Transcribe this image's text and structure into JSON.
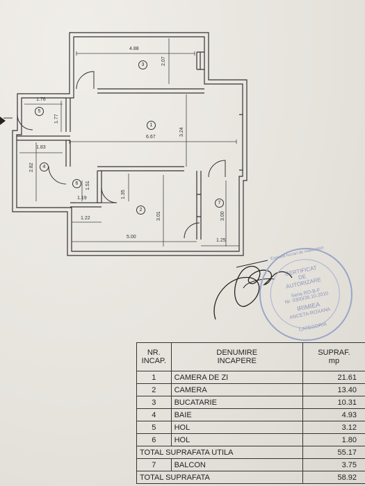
{
  "rooms": [
    {
      "id": "1",
      "dimensions": [
        "6.67",
        "3.24"
      ]
    },
    {
      "id": "2",
      "dimensions": [
        "5.00",
        "3.01",
        "1.35",
        "1.22"
      ]
    },
    {
      "id": "3",
      "dimensions": [
        "4.88",
        "2.07"
      ]
    },
    {
      "id": "4",
      "dimensions": [
        "1.83",
        "2.82"
      ]
    },
    {
      "id": "5",
      "dimensions": [
        "1.76",
        "1.77"
      ]
    },
    {
      "id": "6",
      "dimensions": [
        "1.19",
        "1.51"
      ]
    },
    {
      "id": "7",
      "dimensions": [
        "1.25",
        "3.00"
      ]
    }
  ],
  "stamp": {
    "ring_text": "Executa lucrari de masuratori",
    "line1": "CERTIFICAT",
    "line2": "DE",
    "line3": "AUTORIZARE",
    "line4": "Seria RO-B-F",
    "line5": "Nr. 0300/26.10.2010",
    "line6": "IRIMIEA",
    "line7": "ANCETA-ROXANA",
    "bottom": "CATEGORIA"
  },
  "table": {
    "headers": {
      "nr": [
        "NR.",
        "INCAP."
      ],
      "name": [
        "DENUMIRE",
        "INCAPERE"
      ],
      "area": [
        "SUPRAF.",
        "mp"
      ]
    },
    "rows": [
      {
        "nr": "1",
        "name": "CAMERA DE ZI",
        "area": "21.61"
      },
      {
        "nr": "2",
        "name": "CAMERA",
        "area": "13.40"
      },
      {
        "nr": "3",
        "name": "BUCATARIE",
        "area": "10.31"
      },
      {
        "nr": "4",
        "name": "BAIE",
        "area": "4.93"
      },
      {
        "nr": "5",
        "name": "HOL",
        "area": "3.12"
      },
      {
        "nr": "6",
        "name": "HOL",
        "area": "1.80"
      }
    ],
    "total_util": {
      "label": "TOTAL SUPRAFATA UTILA",
      "area": "55.17"
    },
    "balcony": {
      "nr": "7",
      "name": "BALCON",
      "area": "3.75"
    },
    "total": {
      "label": "TOTAL SUPRAFATA",
      "area": "58.92"
    }
  }
}
